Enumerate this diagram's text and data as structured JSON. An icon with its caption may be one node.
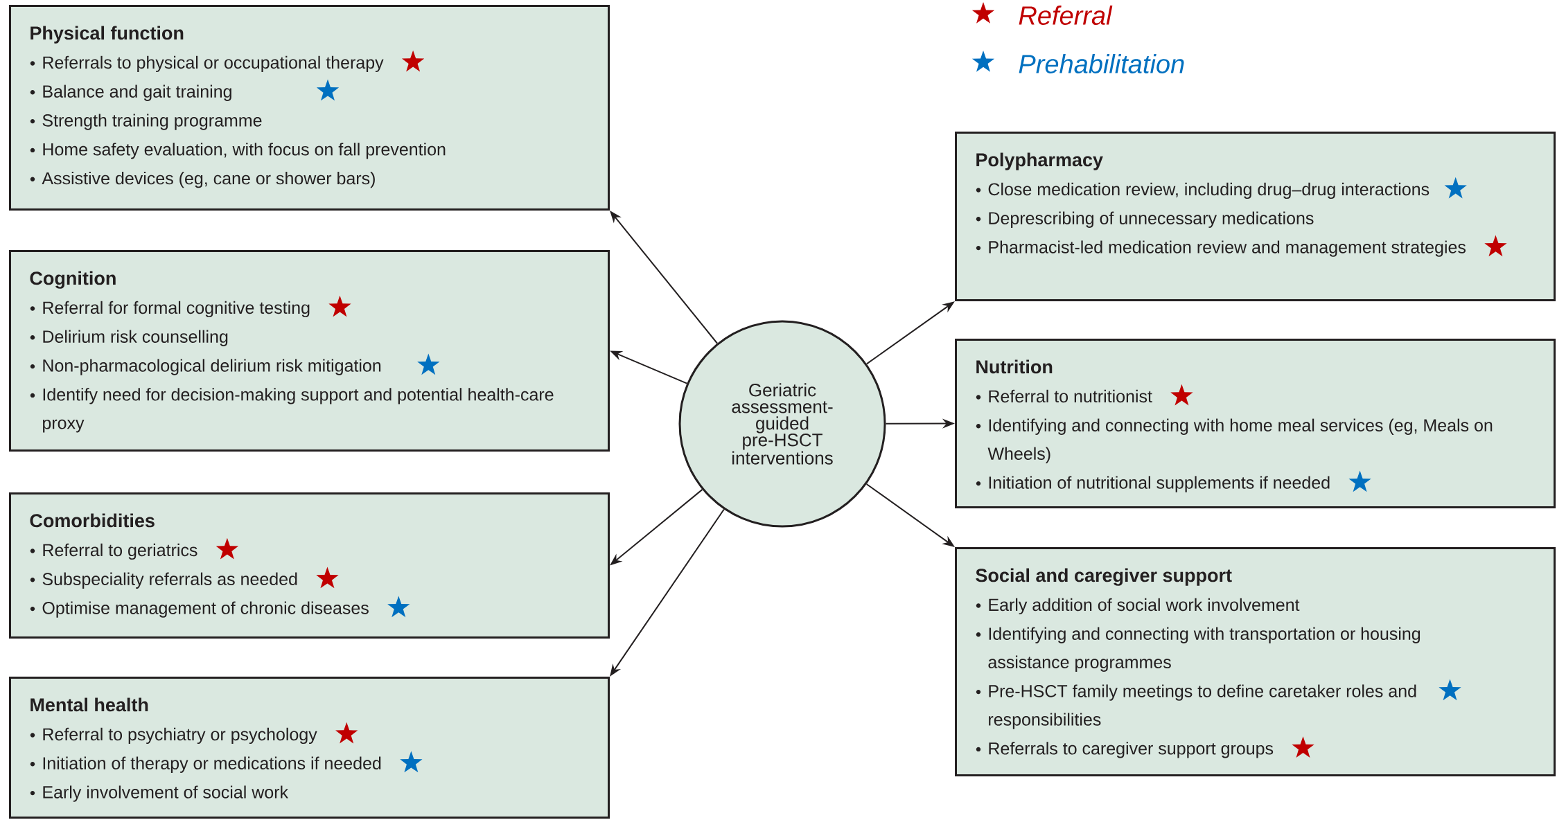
{
  "diagram": {
    "nodes": [
      {
        "text": [
          "Physical function",
          "Referrals to physical or occupational therapy",
          "Balance and gait training",
          "Strength training programme",
          "Home safety evaluation, with focus on fall prevention",
          "Assistive devices (eg, cane or shower bars)"
        ]
      },
      {
        "text": [
          "Cognition",
          "Referral for formal cognitive testing",
          "Delirium risk counselling",
          "Non-pharmacological delirium risk mitigation",
          "Identify need for decision-making support and potential health-care proxy"
        ]
      },
      {
        "text": [
          "Comorbidities",
          "Referral to geriatrics",
          "Subspeciality referrals as needed",
          "Optimise management of chronic diseases"
        ]
      },
      {
        "text": [
          "Mental health",
          "Referral to psychiatry or psychology",
          "Initiation of therapy or medications if needed",
          "Early involvement of social work"
        ]
      },
      {
        "text": [
          "Geriatric assessment-guided pre-HSCT interventions"
        ]
      },
      {
        "text": [
          "Polypharmacy",
          "Close medication review, including drug–drug interactions",
          "Deprescribing of unnecessary medications",
          "Pharmacist-led medication review and management strategies"
        ]
      },
      {
        "text": [
          "Nutrition",
          "Referral to nutritionist",
          "Identifying and connecting with home meal services (eg, Meals on Wheels)",
          "Initiation of nutritional supplements if needed"
        ]
      },
      {
        "text": [
          "Social and caregiver support",
          "Early addition of social work involvement",
          "Identifying and connecting with transportation or housing assistance programmes",
          "Pre-HSCT family meetings to define caretaker roles and responsibilities",
          "Referrals to caregiver support groups"
        ]
      }
    ],
    "edges": [
      {
        "from": 4,
        "to": 0,
        "arrow": "to"
      },
      {
        "from": 4,
        "to": 1,
        "arrow": "to"
      },
      {
        "from": 4,
        "to": 2,
        "arrow": "to"
      },
      {
        "from": 4,
        "to": 3,
        "arrow": "to"
      },
      {
        "from": 4,
        "to": 5,
        "arrow": "to"
      },
      {
        "from": 4,
        "to": 6,
        "arrow": "to"
      },
      {
        "from": 4,
        "to": 7,
        "arrow": "to"
      }
    ],
    "legend": [
      {
        "text": "Referral"
      },
      {
        "text": "Prehabilitation"
      }
    ]
  }
}
